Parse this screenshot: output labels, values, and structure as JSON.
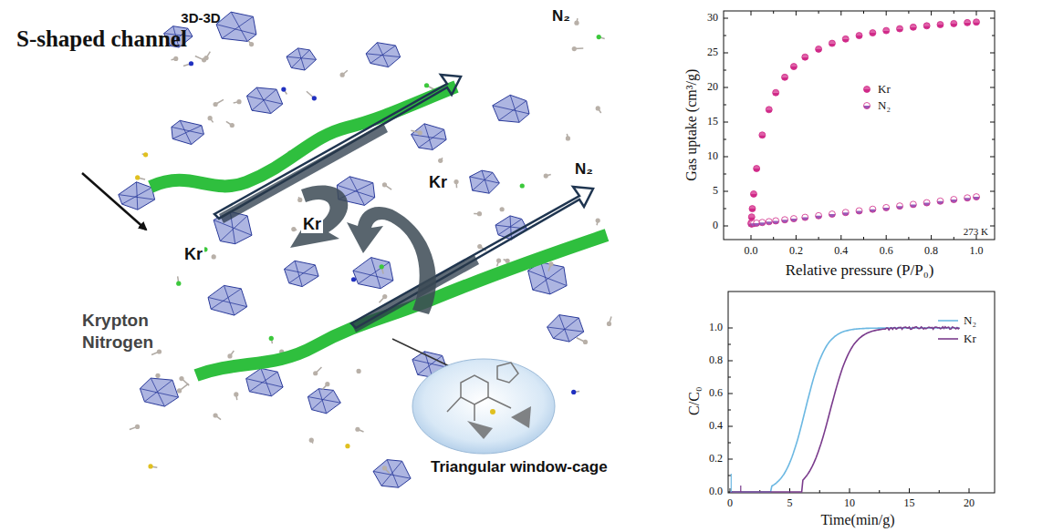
{
  "diagram": {
    "labels": [
      "3D-3D",
      "S-shaped channel",
      "N₂",
      "N₂",
      "Kr",
      "Kr",
      "Kr",
      "Krypton",
      "Nitrogen",
      "Triangular window-cage",
      "Gas uptake (cm³/g)",
      "30",
      "25",
      "20",
      "15",
      "10",
      "5",
      "0",
      "0.0",
      "0.2",
      "0.4",
      "0.6",
      "0.8",
      "1.0",
      "Relative pressure (P/P₀)",
      "273 K",
      "C/C₀",
      "1.0",
      "0.8",
      "0.6",
      "0.4",
      "0.2",
      "0.0",
      "0",
      "5",
      "10",
      "15",
      "20",
      "Time(min/g)"
    ],
    "legend": [
      {
        "text": "Kr"
      },
      {
        "text": "N₂"
      },
      {
        "text": "N₂"
      },
      {
        "text": "Kr"
      }
    ]
  }
}
